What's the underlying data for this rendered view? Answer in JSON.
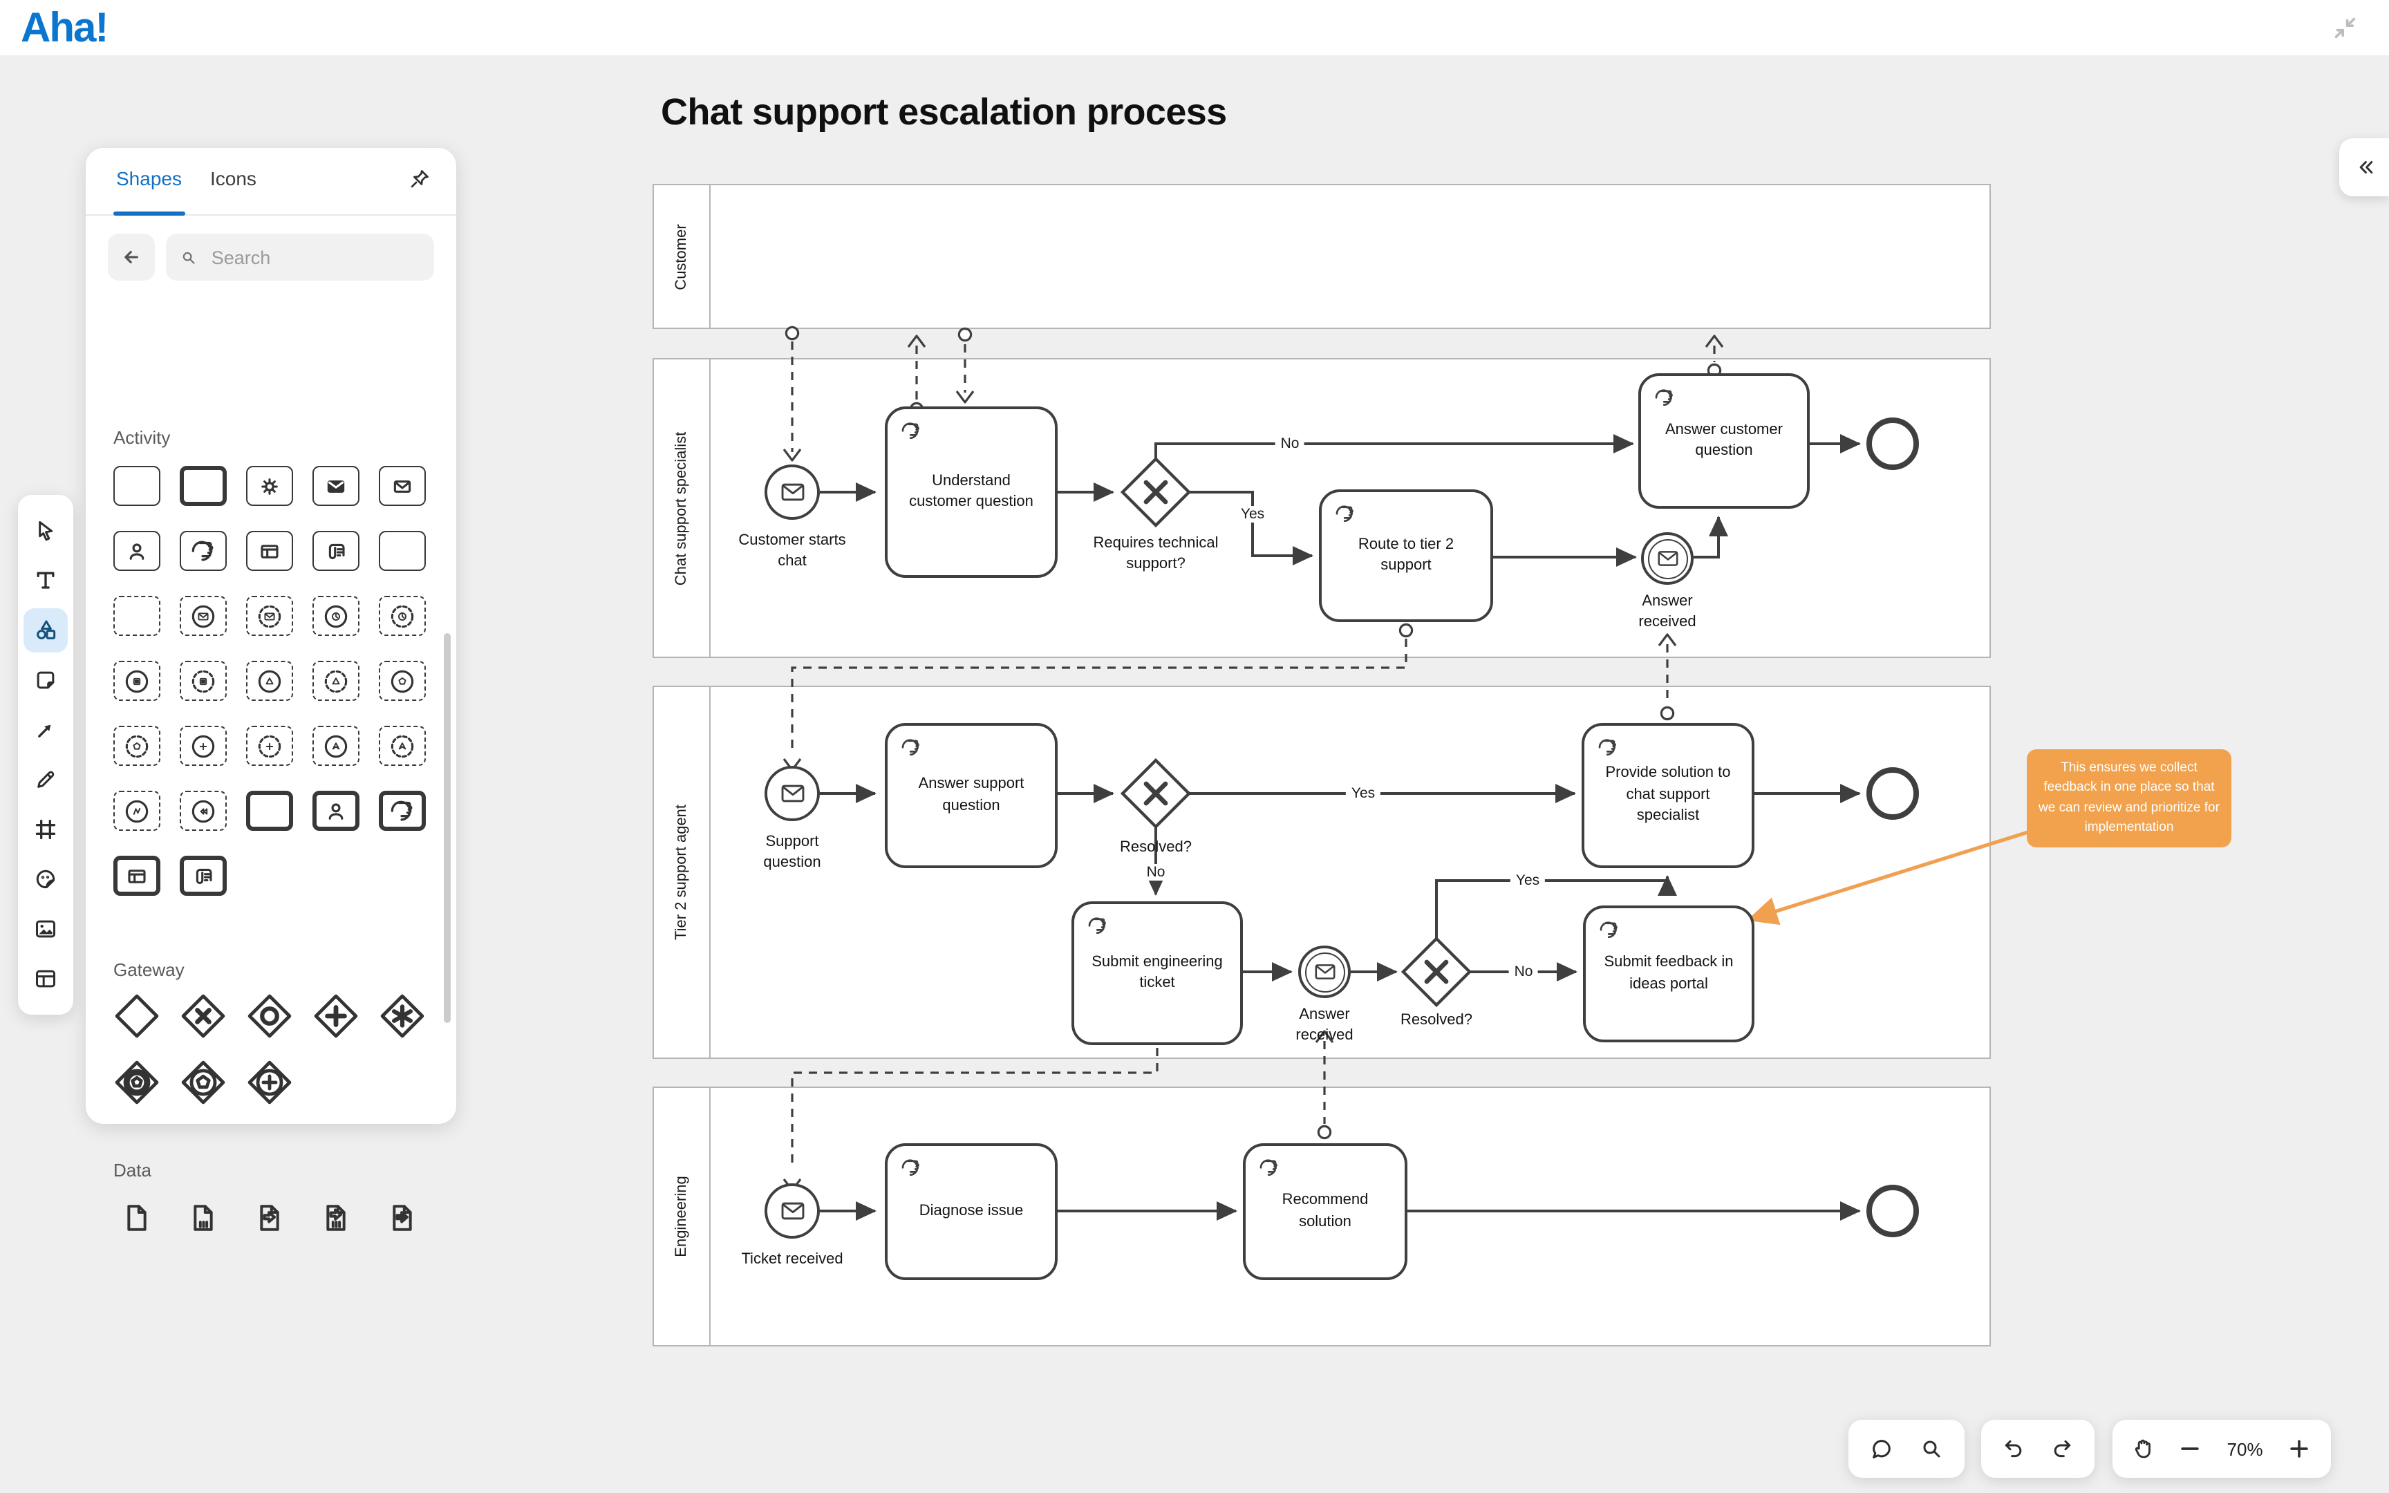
{
  "header": {
    "logo": "Aha!"
  },
  "panel": {
    "tabs": [
      {
        "label": "Shapes",
        "active": true
      },
      {
        "label": "Icons",
        "active": false
      }
    ],
    "search_placeholder": "Search",
    "sections": {
      "activity": "Activity",
      "gateway": "Gateway",
      "data": "Data"
    },
    "activity_shapes": [
      {
        "n": "task"
      },
      {
        "n": "call-activity",
        "b": "bold"
      },
      {
        "n": "service-task",
        "g": "gear"
      },
      {
        "n": "send-task",
        "g": "envf"
      },
      {
        "n": "receive-task",
        "g": "env"
      },
      {
        "n": "user-task",
        "g": "person"
      },
      {
        "n": "manual-task",
        "g": "hand"
      },
      {
        "n": "business-rule-task",
        "g": "table"
      },
      {
        "n": "script-task",
        "g": "scroll"
      },
      {
        "n": "subprocess"
      },
      {
        "n": "event-subprocess",
        "b": "dashed"
      },
      {
        "n": "event-subprocess-message",
        "b": "dashed",
        "r": "solid",
        "g": "env"
      },
      {
        "n": "event-subprocess-message-non-interrupting",
        "b": "dashed",
        "r": "dashed",
        "g": "env"
      },
      {
        "n": "event-subprocess-timer",
        "b": "dashed",
        "r": "solid",
        "g": "clock"
      },
      {
        "n": "event-subprocess-timer-non-interrupting",
        "b": "dashed",
        "r": "dashed",
        "g": "clock"
      },
      {
        "n": "event-subprocess-conditional",
        "b": "dashed",
        "r": "solid",
        "g": "lines"
      },
      {
        "n": "event-subprocess-conditional-non-interrupting",
        "b": "dashed",
        "r": "dashed",
        "g": "lines"
      },
      {
        "n": "event-subprocess-signal",
        "b": "dashed",
        "r": "solid",
        "g": "triangle"
      },
      {
        "n": "event-subprocess-signal-non-interrupting",
        "b": "dashed",
        "r": "dashed",
        "g": "triangle"
      },
      {
        "n": "event-subprocess-multiple",
        "b": "dashed",
        "r": "solid",
        "g": "pentagon"
      },
      {
        "n": "event-subprocess-multiple-non-interrupting",
        "b": "dashed",
        "r": "dashed",
        "g": "pentagon"
      },
      {
        "n": "event-subprocess-parallel",
        "b": "dashed",
        "r": "solid",
        "g": "plus"
      },
      {
        "n": "event-subprocess-parallel-non-interrupting",
        "b": "dashed",
        "r": "dashed",
        "g": "plus"
      },
      {
        "n": "event-subprocess-escalation",
        "b": "dashed",
        "r": "solid",
        "g": "chevron"
      },
      {
        "n": "event-subprocess-escalation-non-interrupting",
        "b": "dashed",
        "r": "dashed",
        "g": "chevron"
      },
      {
        "n": "event-subprocess-error",
        "b": "dashed",
        "r": "solid",
        "g": "zigzag"
      },
      {
        "n": "event-subprocess-compensation",
        "b": "dashed",
        "r": "solid",
        "g": "rewind"
      },
      {
        "n": "call-activity-plain",
        "b": "bold"
      },
      {
        "n": "call-activity-user",
        "b": "bold",
        "g": "person"
      },
      {
        "n": "call-activity-manual",
        "b": "bold",
        "g": "hand"
      },
      {
        "n": "call-activity-business-rule",
        "b": "bold",
        "g": "table"
      },
      {
        "n": "call-activity-script",
        "b": "bold",
        "g": "scroll"
      }
    ],
    "gateway_shapes": [
      {
        "n": "gateway"
      },
      {
        "n": "exclusive-gateway",
        "g": "gx"
      },
      {
        "n": "inclusive-gateway",
        "g": "go"
      },
      {
        "n": "parallel-gateway",
        "g": "gplus"
      },
      {
        "n": "complex-gateway",
        "g": "gast"
      },
      {
        "n": "event-based-gateway",
        "g": "gevent"
      },
      {
        "n": "exclusive-event-based-gateway",
        "g": "geventx"
      },
      {
        "n": "parallel-event-based-gateway",
        "g": "geventp"
      }
    ],
    "data_shapes": [
      {
        "n": "data-object"
      },
      {
        "n": "data-collection",
        "g": "bars"
      },
      {
        "n": "data-input",
        "g": "arrowo"
      },
      {
        "n": "data-input-collection",
        "g": "arrowoc"
      },
      {
        "n": "data-output",
        "g": "arrowf"
      }
    ]
  },
  "left_toolbar": {
    "tools": [
      "select",
      "text",
      "shapes",
      "sticky-note",
      "connector",
      "pen",
      "frame",
      "sticker",
      "image",
      "table"
    ],
    "active_tool": "shapes"
  },
  "diagram": {
    "title": "Chat support escalation process",
    "lanes": [
      "Customer",
      "Chat support specialist",
      "Tier 2 support agent",
      "Engineering"
    ],
    "nodes": {
      "customer_starts_chat": "Customer starts chat",
      "understand": "Understand customer question",
      "requires": "Requires technical support?",
      "route": "Route to tier 2 support",
      "answer_customer": "Answer customer question",
      "answer_received_1": "Answer received",
      "support_question": "Support question",
      "answer_support": "Answer support question",
      "resolved_1": "Resolved?",
      "provide_solution": "Provide solution to chat support specialist",
      "submit_ticket": "Submit engineering ticket",
      "answer_received_2": "Answer received",
      "resolved_2": "Resolved?",
      "submit_feedback": "Submit feedback in ideas portal",
      "ticket_received": "Ticket received",
      "diagnose": "Diagnose issue",
      "recommend": "Recommend solution"
    },
    "edge_labels": {
      "l2_no": "No",
      "l2_yes": "Yes",
      "l3_yes": "Yes",
      "l3_no": "No",
      "t2_yes": "Yes",
      "t2_no": "No"
    },
    "note": "This ensures we collect feedback in one place so that we can review and prioritize for implementation"
  },
  "bottom_toolbar": {
    "zoom_level": "70%"
  },
  "colors": {
    "accent_blue": "#0b76d0",
    "note_orange": "#f2a24c",
    "active_tool_bg": "#d9ebfb",
    "node_stroke": "#3f3f3f"
  }
}
